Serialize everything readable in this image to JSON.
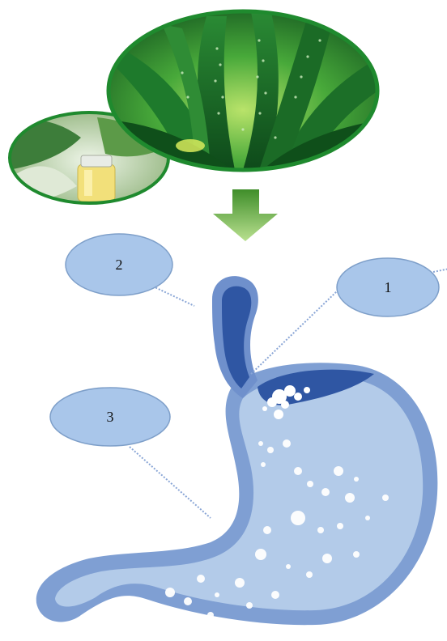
{
  "callouts": [
    {
      "label": "1"
    },
    {
      "label": "2"
    },
    {
      "label": "3"
    }
  ],
  "icons": {
    "plant": "aloe-vera-plant-image",
    "bottle": "oil-bottle-image",
    "arrow": "down-arrow-icon",
    "organ": "stomach-illustration"
  },
  "colors": {
    "callout_fill": "#a9c6ea",
    "callout_stroke": "#7e9fc9",
    "stomach_outer": "#7f9fd3",
    "stomach_inner": "#b3cbe9",
    "esophagus": "#2f56a3",
    "arrow": "#5fa83a",
    "leader": "#8aa6d6"
  }
}
